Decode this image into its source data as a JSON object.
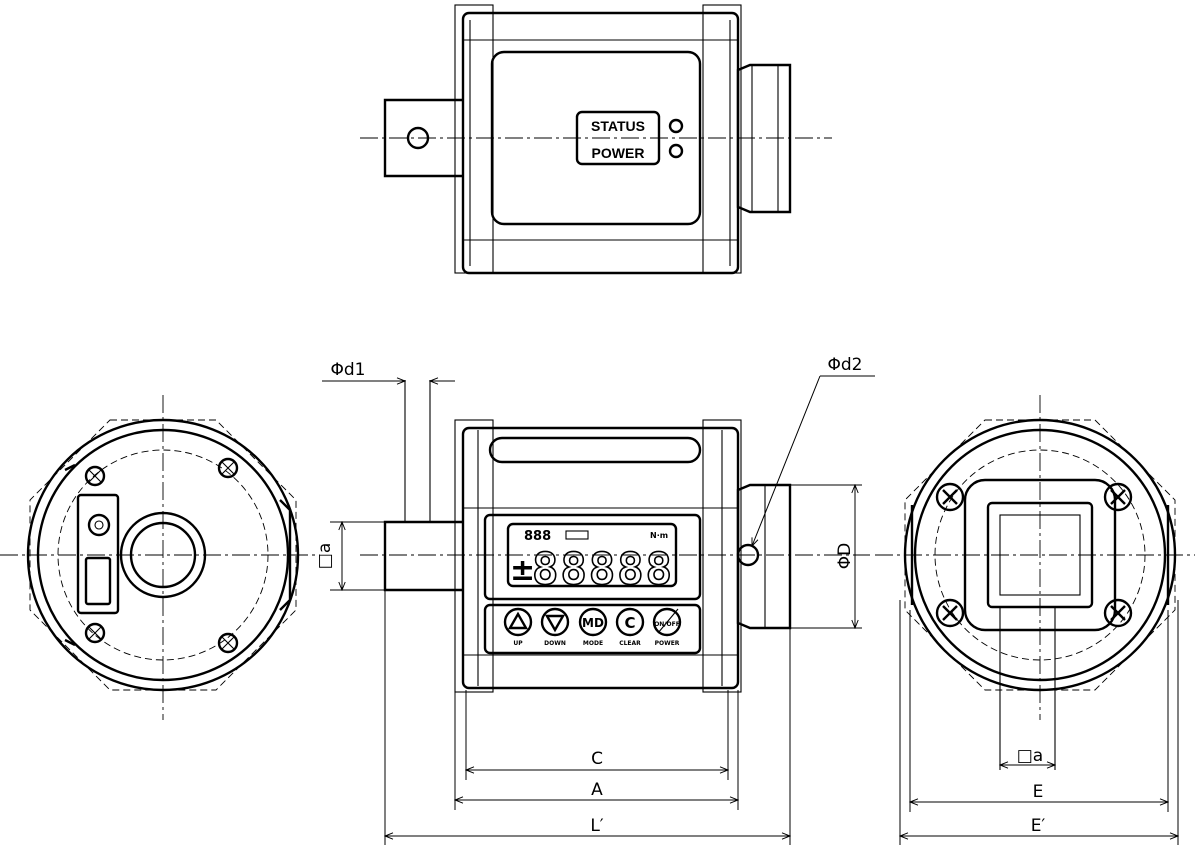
{
  "top_view": {
    "status_label": "STATUS",
    "power_label": "POWER"
  },
  "front_view": {
    "lcd": {
      "small_digits": "888",
      "unit": "N·m",
      "sign": "±",
      "main_digits": "88888"
    },
    "buttons": [
      {
        "glyph": "△",
        "label": "UP"
      },
      {
        "glyph": "▽",
        "label": "DOWN"
      },
      {
        "glyph": "MD",
        "label": "MODE"
      },
      {
        "glyph": "C",
        "label": "CLEAR"
      },
      {
        "glyph": "ON/OFF",
        "label": "POWER"
      }
    ]
  },
  "dimensions": {
    "d1": "Φd1",
    "d2": "Φd2",
    "D": "ΦD",
    "a_left": "□a",
    "a_right": "□a",
    "C": "C",
    "A": "A",
    "L": "L′",
    "E": "E",
    "E2": "E′"
  }
}
